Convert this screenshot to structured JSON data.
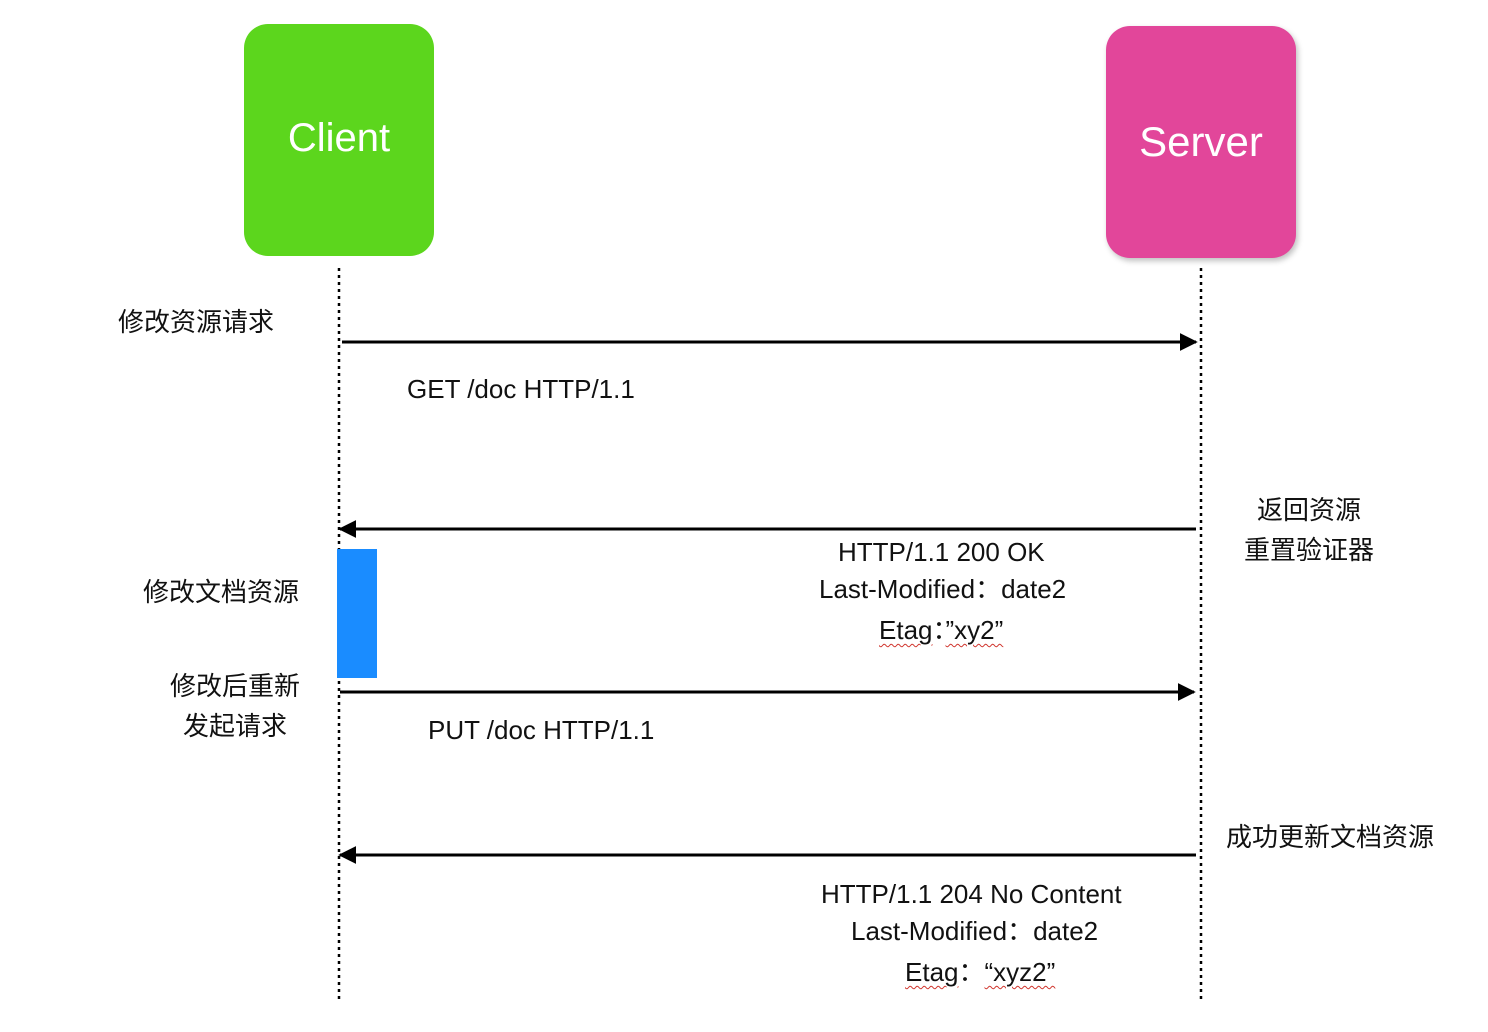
{
  "actors": {
    "client": {
      "label": "Client",
      "color": "#5cd61d"
    },
    "server": {
      "label": "Server",
      "color": "#e2469a"
    }
  },
  "notes": {
    "modify_request": "修改资源请求",
    "return_resource": "返回资源",
    "reset_validator": "重置验证器",
    "modify_document": "修改文档资源",
    "resend_line1": "修改后重新",
    "resend_line2": "发起请求",
    "update_success": "成功更新文档资源"
  },
  "messages": {
    "get_request": "GET /doc  HTTP/1.1",
    "response_200": {
      "status": "HTTP/1.1  200  OK",
      "last_modified_key": "Last-Modified：",
      "last_modified_value": "date2",
      "etag_key": "Etag",
      "etag_sep": "：",
      "etag_value": "”xy2”"
    },
    "put_request": "PUT  /doc  HTTP/1.1",
    "response_204": {
      "status": "HTTP/1.1  204 No Content",
      "last_modified_key": "Last-Modified：",
      "last_modified_value": "date2",
      "etag_key": "Etag",
      "etag_sep": "：",
      "etag_value": "“xyz2”"
    }
  },
  "colors": {
    "activation": "#1a8cff",
    "arrow": "#000000",
    "spellcheck": "#d0342c"
  }
}
